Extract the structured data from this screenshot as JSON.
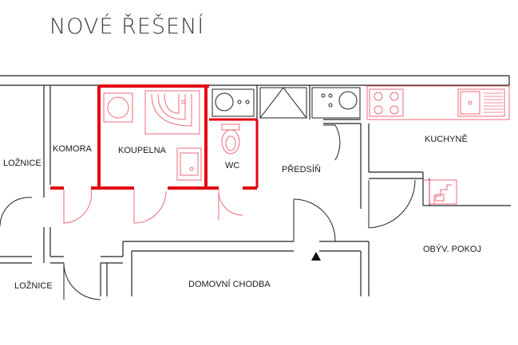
{
  "title": "NOVÉ ŘEŠENÍ",
  "rooms": {
    "loznice_top": "LOŽNICE",
    "komora": "KOMORA",
    "koupelna": "KOUPELNA",
    "wc": "WC",
    "predsin": "PŘEDSÍŇ",
    "kuchyne": "KUCHYNĚ",
    "obyv_pokoj": "OBÝV. POKOJ",
    "loznice_bottom": "LOŽNICE",
    "domovni_chodba": "DOMOVNÍ CHODBA"
  },
  "colors": {
    "new_walls": "#e30613",
    "fixtures": "#f06a78",
    "walls": "#222222"
  }
}
